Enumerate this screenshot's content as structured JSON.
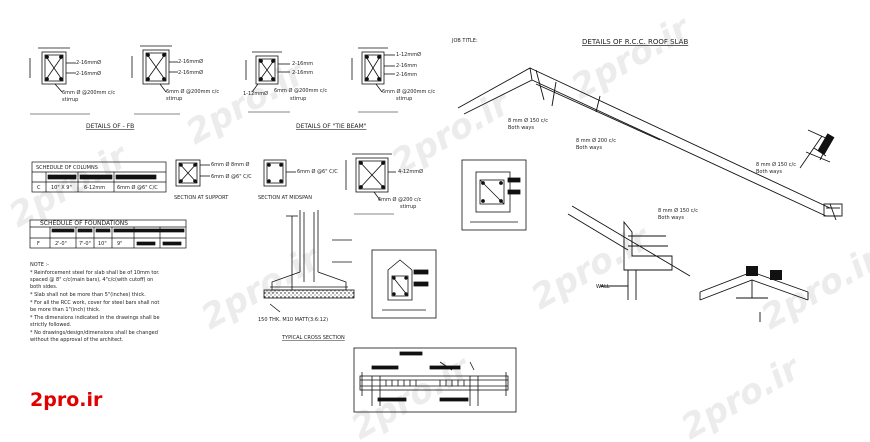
{
  "colors": {
    "line": "#111111",
    "watermark": "#c0c0c0",
    "brand_red": "#e00000"
  },
  "watermark": {
    "text": "2pro.ir"
  },
  "logo": {
    "text": "2pro.ir"
  },
  "header": {
    "job_title_label": "JOB TITLE:",
    "main_title": "DETAILS OF R.C.C. ROOF SLAB"
  },
  "beams": {
    "b1": {
      "bar_top": "2-16mmØ",
      "bar_bot": "2-16mmØ",
      "stirrup": "6mm Ø @200mm c/c",
      "stirrup2": "stirrup"
    },
    "b2": {
      "bar_top": "2-16mmØ",
      "bar_bot": "2-16mmØ",
      "stirrup": "6mm Ø @200mm c/c",
      "stirrup2": "stirrup"
    },
    "b3": {
      "bar_top": "2-16mm",
      "bar_mid": "2-16mm",
      "bar_bot": "1-12mmØ",
      "stirrup": "6mm Ø @200mm c/c",
      "stirrup2": "stirrup"
    },
    "b4": {
      "bar_top": "1-12mmØ",
      "bar_mid": "2-16mm",
      "bar_bot": "2-16mm",
      "stirrup": "6mm Ø @200mm c/c",
      "stirrup2": "stirrup"
    },
    "fb_title": "DETAILS OF - FB",
    "tb_title": "DETAILS OF \"TIE BEAM\""
  },
  "col_schedule": {
    "title": "SCHEDULE OF COLUMNS",
    "row_id": "C",
    "row_size": "10\" X 9\"",
    "row_bars": "6-12mm",
    "row_ties": "6mm Ø @6\" C/C"
  },
  "col_sections": {
    "s1_a": "6mm Ø 8mm Ø",
    "s1_b": "6mm Ø @6\" C/C",
    "s1_title": "SECTION AT SUPPORT",
    "s2_a": "6mm Ø @6\" C/C",
    "s2_title": "SECTION AT MIDSPAN",
    "s3_a": "4-12mmØ",
    "s3_b": "6mm Ø @200 c/c",
    "s3_c": "stirrup"
  },
  "fdn_schedule": {
    "title": "SCHEDULE OF FOUNDATIONS",
    "row_id": "F",
    "c1": "2'-0\"",
    "c2": "7'-0\"",
    "c3": "10\"",
    "c4": "9\""
  },
  "notes": {
    "title": "NOTE :-",
    "lines": [
      "* Reinforcement steel for slab shall be of 10mm tor.",
      "  spaced @ 8\" c/c(main bars), 4\"c/c(with cutoff) on",
      "  both sides.",
      "* Slab shall not be more than 5\"(inches) thick.",
      "* For all the RCC work, cover for steel bars shall not",
      "  be more than 1\"(inch) thick.",
      "* The dimensions indicated in the drawings shall be",
      "  strictly followed.",
      "* No drawings/design/dimensions shall be changed",
      "  without the approval of the architect."
    ]
  },
  "footing": {
    "pcc": "150 THK. M10 MATT(3:6:12)",
    "title": "TYPICAL CROSS SECTION"
  },
  "roof": {
    "a1": "8 mm Ø 150 c/c",
    "a1b": "Both ways",
    "a2": "8 mm Ø 200 c/c",
    "a2b": "Both ways",
    "a3": "8 mm Ø 150 c/c",
    "a3b": "Both ways",
    "a4": "8 mm Ø 150 c/c",
    "a4b": "Both ways",
    "wall": "WALL"
  }
}
